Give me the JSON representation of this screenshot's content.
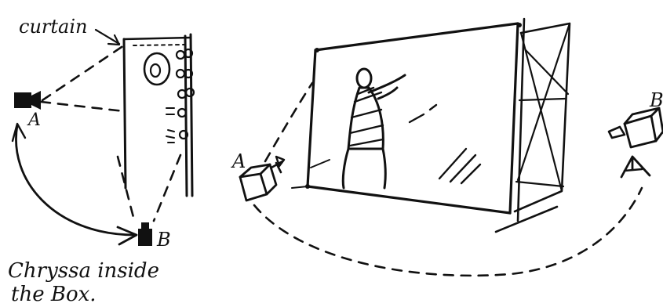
{
  "labels": {
    "curtain": "curtain",
    "camera_a_left": "A",
    "camera_b_left": "B",
    "caption_line1": "Chryssa inside",
    "caption_line2": "the Box.",
    "camera_a_right": "A",
    "camera_b_right": "B"
  },
  "colors": {
    "ink": "#111111",
    "background": "#ffffff"
  }
}
